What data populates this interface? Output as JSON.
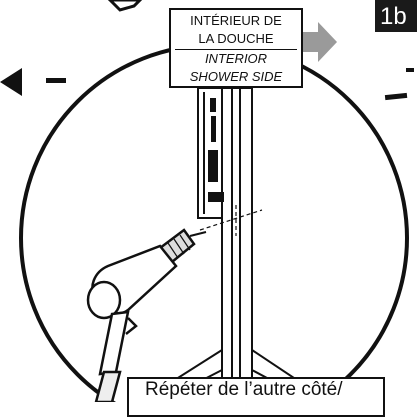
{
  "label": {
    "french_line1": "INTÉRIEUR DE",
    "french_line2": "LA DOUCHE",
    "english_line1": "INTERIOR",
    "english_line2": "SHOWER SIDE"
  },
  "step": "1b",
  "caption": "Répéter de l’autre côté/",
  "colors": {
    "ink": "#111111",
    "arrow_grey": "#9a9a9a",
    "badge": "#1a1a1a"
  }
}
